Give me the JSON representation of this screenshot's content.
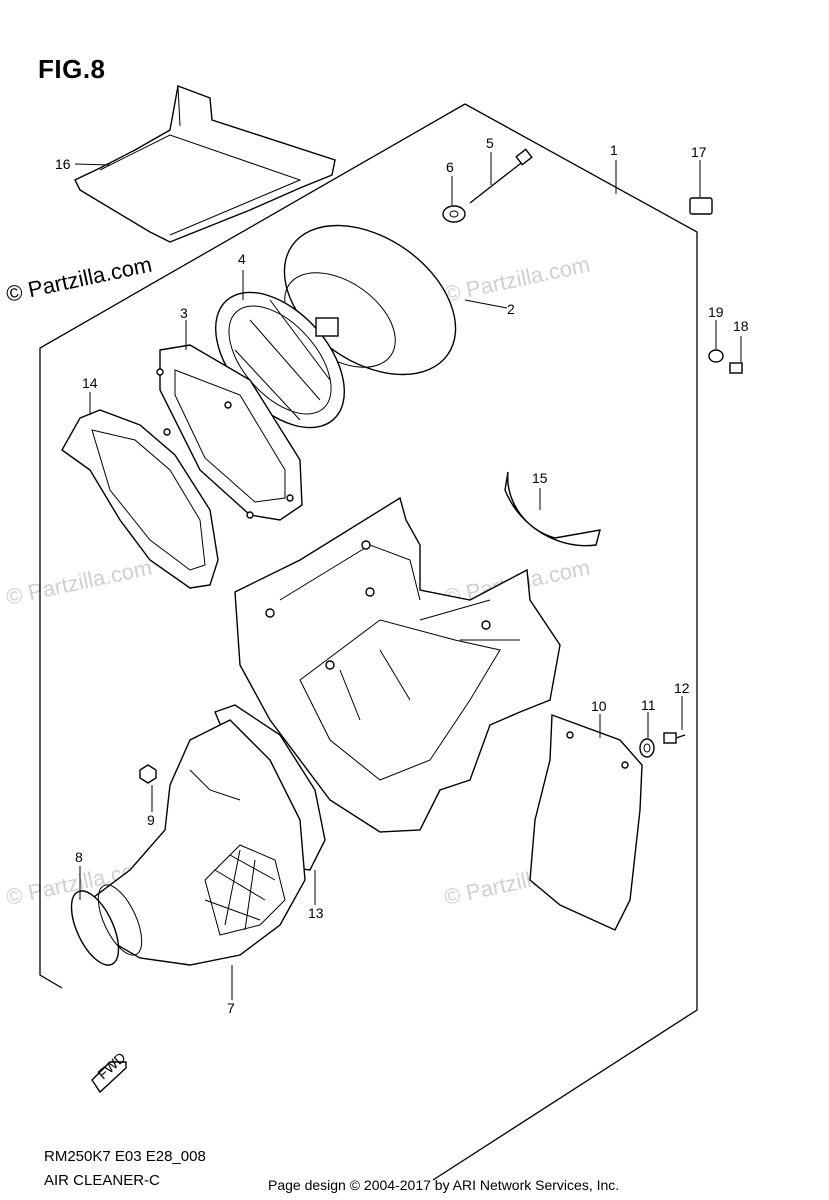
{
  "figure": {
    "title": "FIG.8",
    "model_code": "RM250K7 E03 E28_008",
    "section_name": "AIR CLEANER-C"
  },
  "copyright": "Page design © 2004-2017 by ARI Network Services, Inc.",
  "watermarks": {
    "dark": "© Partzilla.com",
    "light": "© Partzilla.com"
  },
  "callouts": [
    "1",
    "2",
    "3",
    "4",
    "5",
    "6",
    "7",
    "8",
    "9",
    "10",
    "11",
    "12",
    "13",
    "14",
    "15",
    "16",
    "17",
    "18",
    "19"
  ],
  "fwd_label": "FWD"
}
